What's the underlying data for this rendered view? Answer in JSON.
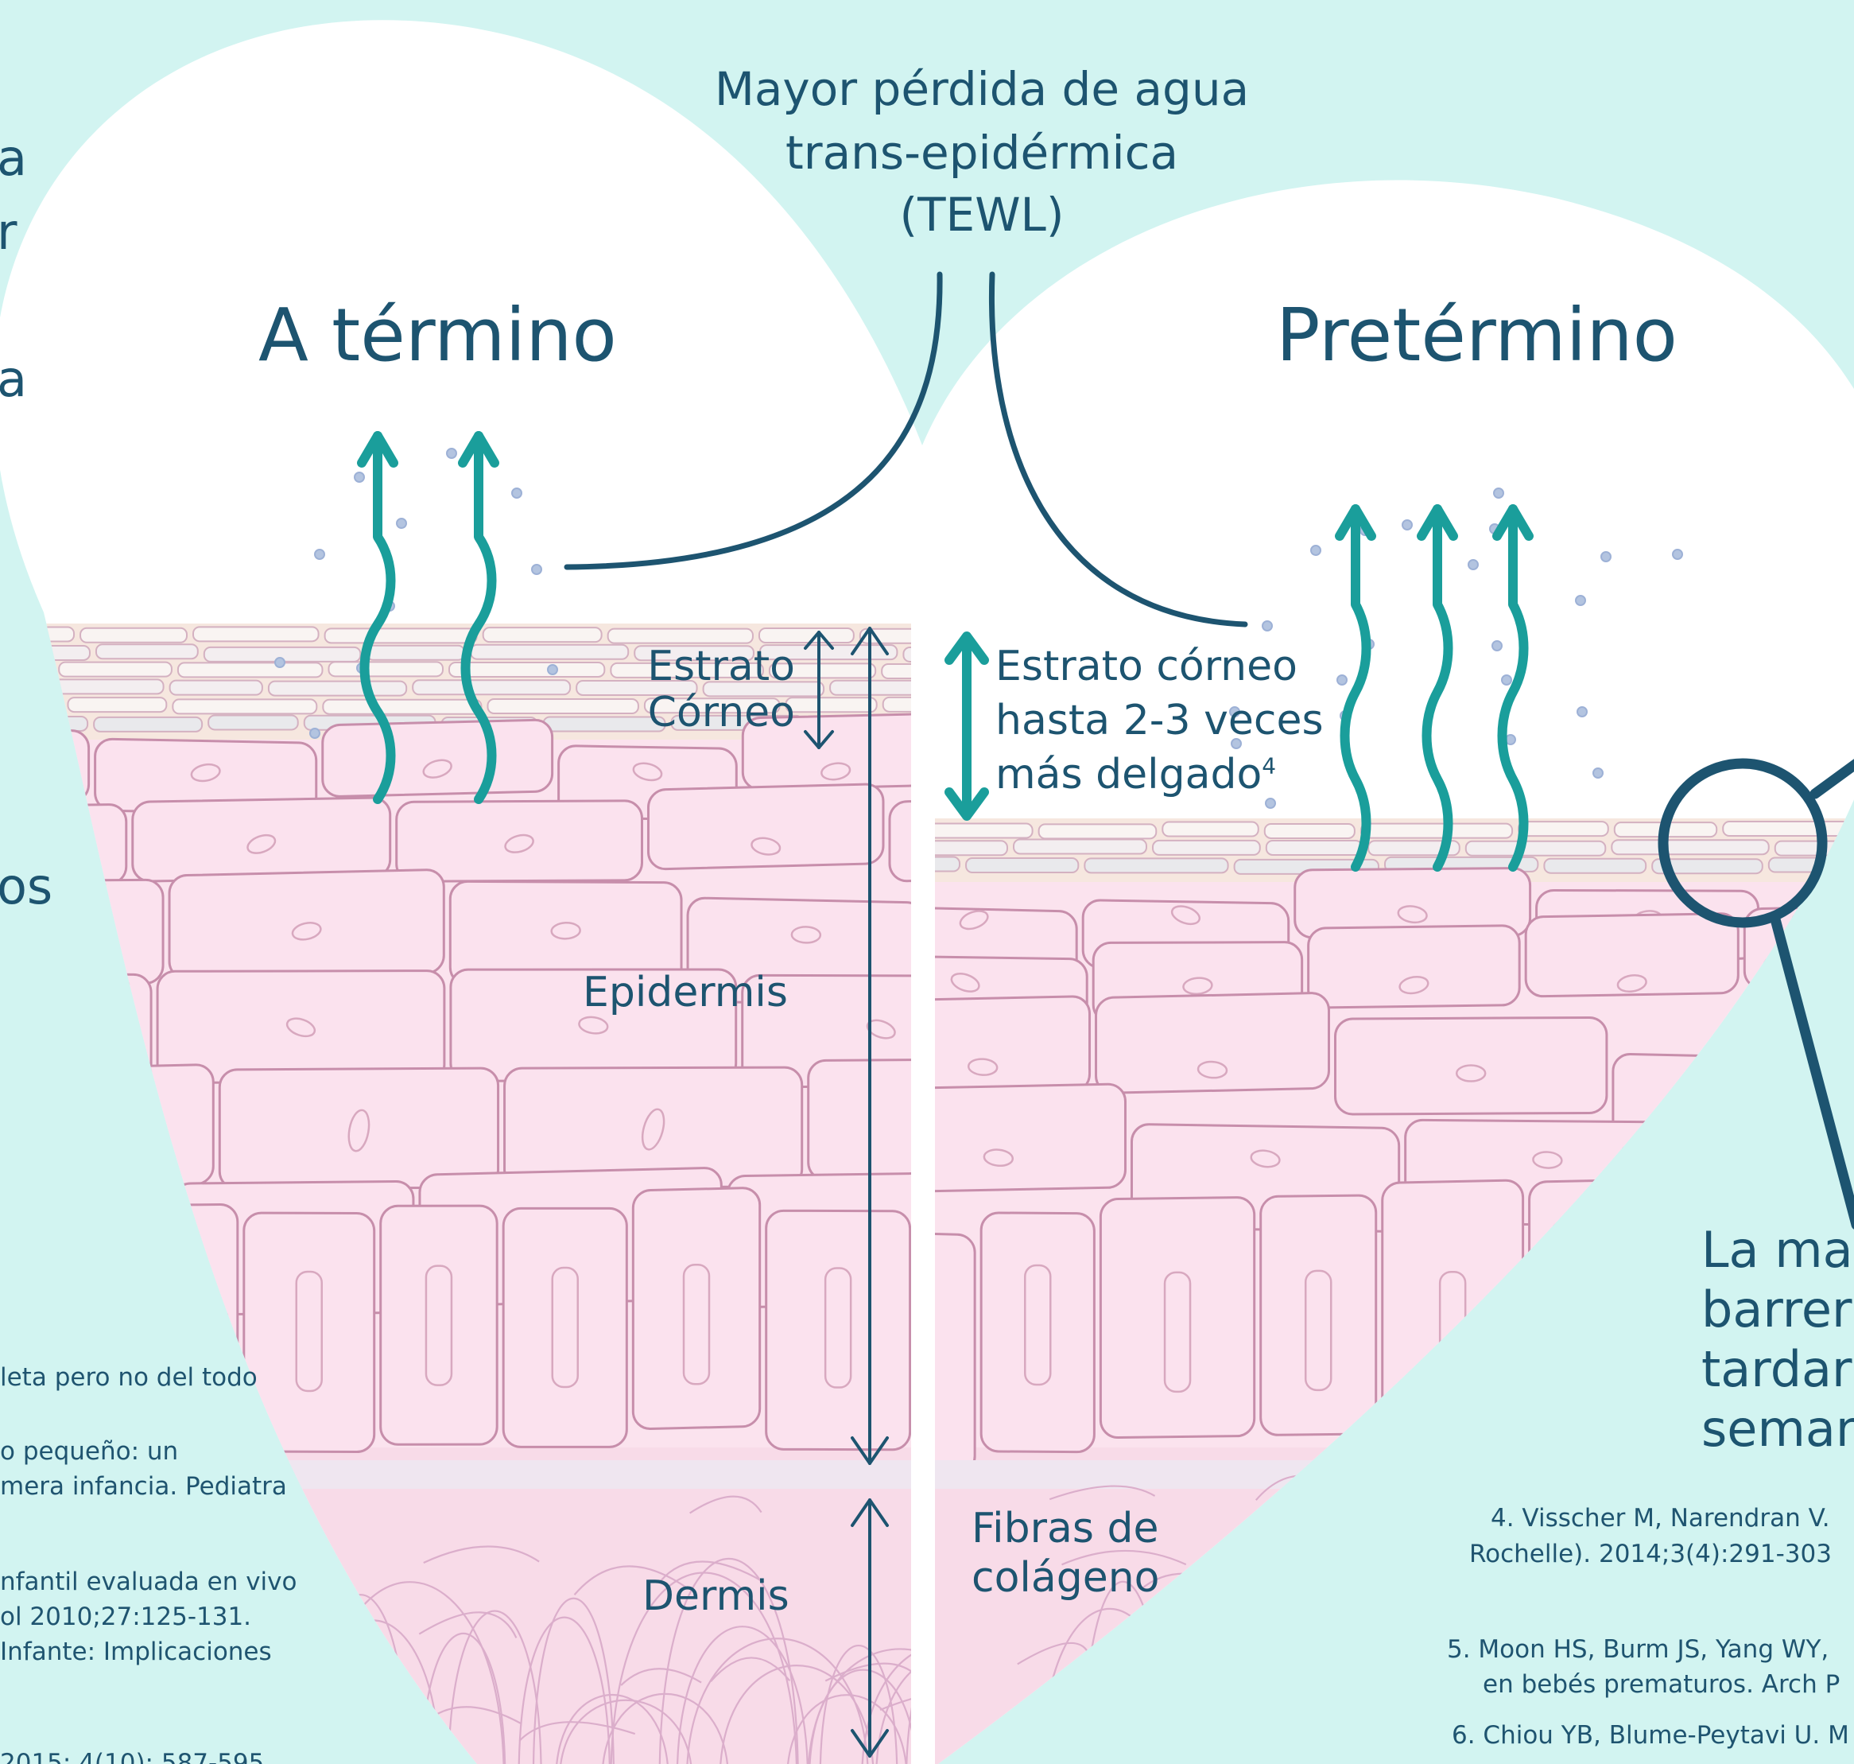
{
  "header": {
    "tewl_lines": [
      "Mayor pérdida de agua",
      "trans-epidérmica",
      "(TEWL)"
    ]
  },
  "panels": {
    "term_title": "A término",
    "preterm_title": "Pretérmino"
  },
  "labels": {
    "stratum_lines": [
      "Estrato",
      "Córneo"
    ],
    "epidermis": "Epidermis",
    "dermis": "Dermis",
    "collagen_lines": [
      "Fibras de",
      "colágeno"
    ],
    "preterm_note_lines": [
      "Estrato córneo",
      "hasta 2-3 veces"
    ],
    "preterm_note_last": "más delgado",
    "preterm_note_sup": "4",
    "maturation_lines": [
      "La mad",
      "barrera",
      "tardar",
      "seman"
    ]
  },
  "left_margin_text": {
    "fragments": [
      "a",
      "r",
      "a",
      "os"
    ]
  },
  "left_references": [
    "leta pero no del todo",
    "o pequeño: un",
    "mera infancia. Pediatra",
    "nfantil evaluada en vivo",
    "ol 2010;27:125-131.",
    "Infante: Implicaciones",
    "2015; 4(10): 587-595"
  ],
  "right_references": {
    "ref4_lines": [
      "4. Visscher M, Narendran V.",
      "Rochelle). 2014;3(4):291-303"
    ],
    "ref5_lines": [
      "5. Moon HS, Burm JS, Yang WY,",
      "en bebés prematuros. Arch P"
    ],
    "ref6_lines": [
      "6. Chiou YB, Blume-Peytavi U. M"
    ]
  },
  "colors": {
    "background": "#d2f4f1",
    "heart": "#ffffff",
    "navy": "#1d5470",
    "teal_arrow": "#1a9e9b",
    "cell_fill": "#fbe3ee",
    "cell_stroke": "#c793ad",
    "stratum_cell": "#eeeef0",
    "droplet": "#aebfdc"
  },
  "icons": [
    "magnifier-icon",
    "water-vapor-arrow-icon",
    "double-arrow-icon"
  ]
}
